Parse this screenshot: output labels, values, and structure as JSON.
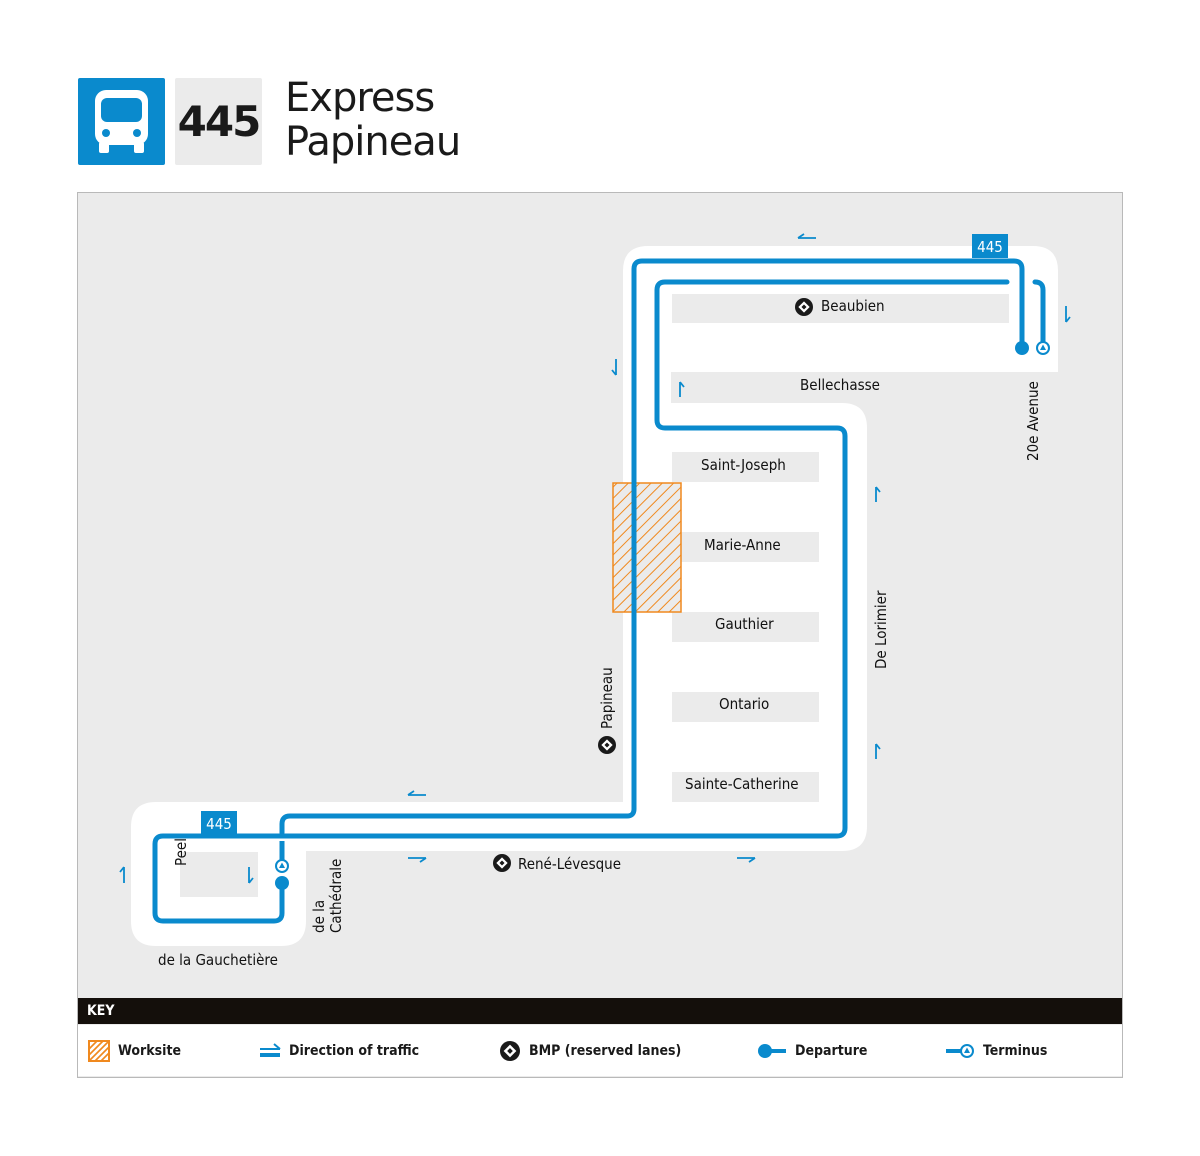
{
  "header": {
    "mode_icon": "bus-icon",
    "route_number": "445",
    "route_name_line1": "Express",
    "route_name_line2": "Papineau"
  },
  "colors": {
    "route_blue": "#0a8acd",
    "background_grey": "#ebebeb",
    "worksite_orange": "#f0891e",
    "key_bar": "#140f0b"
  },
  "map": {
    "route_badges": [
      "445",
      "445"
    ],
    "streets": {
      "beaubien": "Beaubien",
      "bellechasse": "Bellechasse",
      "saint_joseph": "Saint-Joseph",
      "marie_anne": "Marie-Anne",
      "gauthier": "Gauthier",
      "ontario": "Ontario",
      "sainte_catherine": "Sainte-Catherine",
      "rene_levesque": "René-Lévesque",
      "de_la_gauchetiere": "de la Gauchetière",
      "peel": "Peel",
      "de_la_cathedrale_1": "de la",
      "de_la_cathedrale_2": "Cathédrale",
      "papineau": "Papineau",
      "de_lorimier": "De Lorimier",
      "avenue_20e": "20e Avenue"
    },
    "bmp_streets": [
      "Beaubien",
      "Papineau",
      "René-Lévesque"
    ]
  },
  "key": {
    "title": "KEY",
    "items": [
      {
        "icon": "worksite-icon",
        "label": "Worksite"
      },
      {
        "icon": "direction-of-traffic-icon",
        "label": "Direction of traffic"
      },
      {
        "icon": "bmp-icon",
        "label": "BMP (reserved lanes)"
      },
      {
        "icon": "departure-icon",
        "label": "Departure"
      },
      {
        "icon": "terminus-icon",
        "label": "Terminus"
      }
    ]
  }
}
